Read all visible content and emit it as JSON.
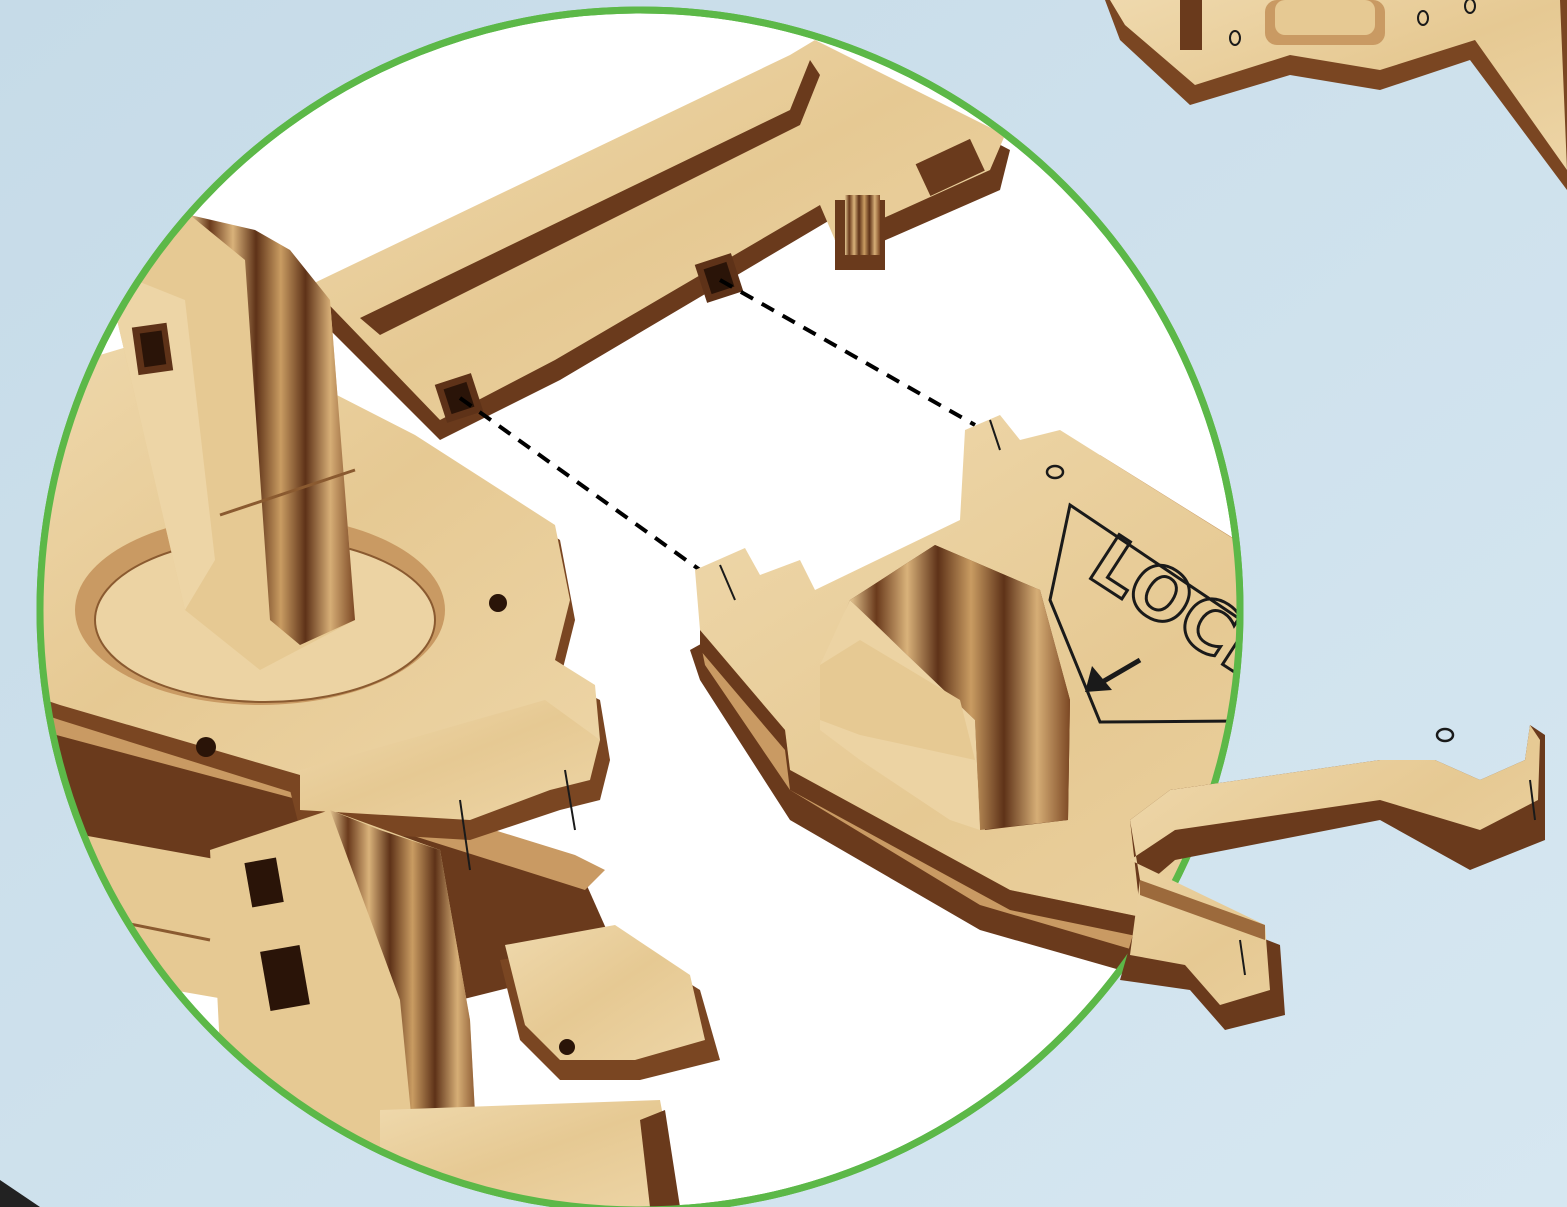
{
  "diagram": {
    "type": "assembly-instruction-detail",
    "callout_text": "LOCK",
    "colors": {
      "background": "#cfe1ec",
      "magnifier_border": "#5cb848",
      "magnifier_fill": "#ffffff",
      "plywood_face": "#e9cf9f",
      "plywood_face_light": "#f0dcb2",
      "plywood_edge_dark": "#6a3a1c",
      "plywood_edge_mid": "#9c6a3c",
      "plywood_edge_light": "#d8b07a",
      "guide_line": "#000000",
      "engraving": "#1a1a1a"
    },
    "icons": {
      "direction": "arrow-down-left-icon",
      "guide": "dashed-guide-line"
    }
  }
}
